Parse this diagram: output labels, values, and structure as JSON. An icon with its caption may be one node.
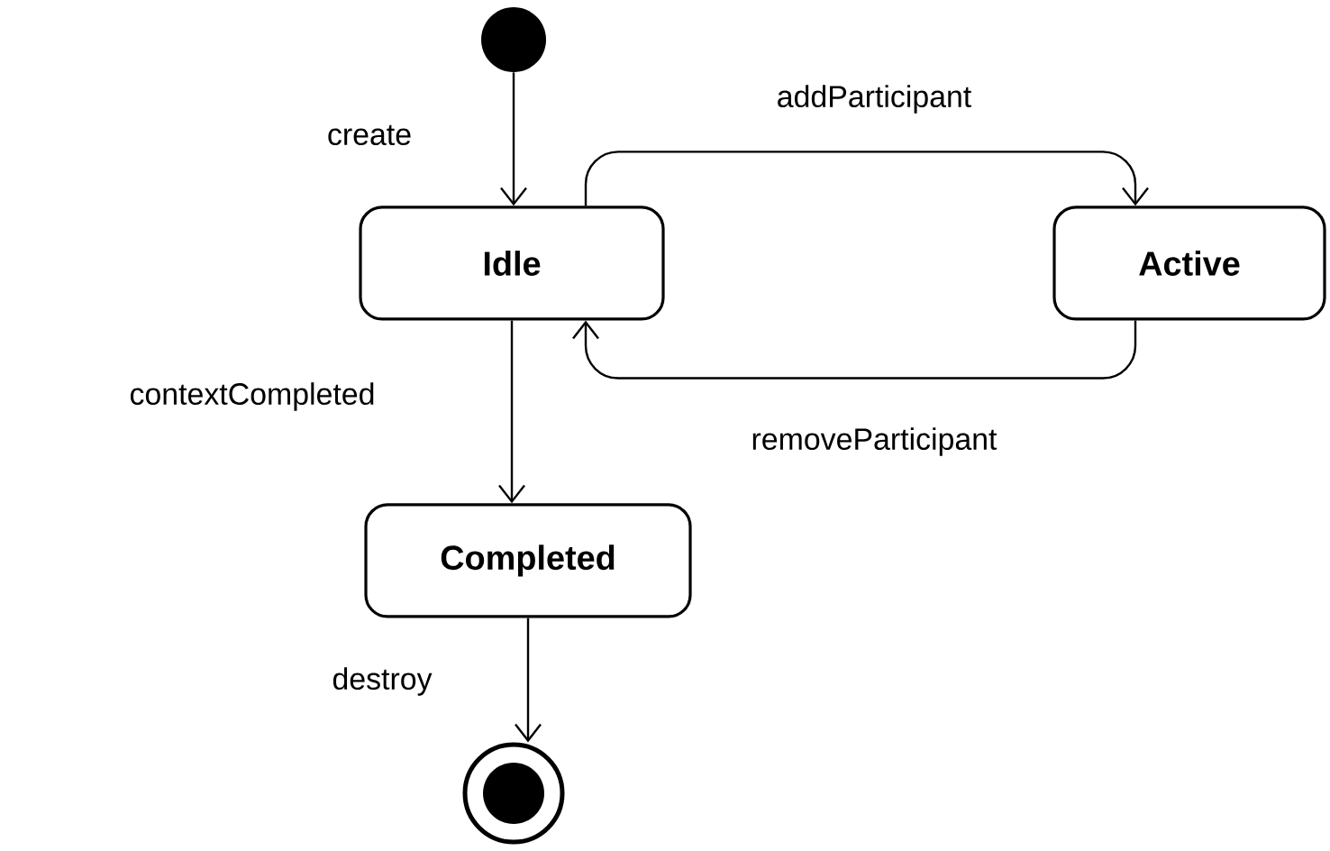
{
  "diagram": {
    "nodes": [
      {
        "text": [],
        "shape": "circle"
      },
      {
        "text": [
          "Idle"
        ]
      },
      {
        "text": [
          "Active"
        ]
      },
      {
        "text": [
          "Completed"
        ]
      },
      {
        "text": [],
        "shape": "bullseye"
      }
    ],
    "edges": [
      {
        "from": 0,
        "to": 1,
        "arrow": "to",
        "label": "create"
      },
      {
        "from": 1,
        "to": 2,
        "arrow": "to",
        "label": "addParticipant"
      },
      {
        "from": 2,
        "to": 1,
        "arrow": "to",
        "label": "removeParticipant"
      },
      {
        "from": 1,
        "to": 3,
        "arrow": "to",
        "label": "contextCompleted"
      },
      {
        "from": 3,
        "to": 4,
        "arrow": "to",
        "label": "destroy"
      }
    ]
  }
}
